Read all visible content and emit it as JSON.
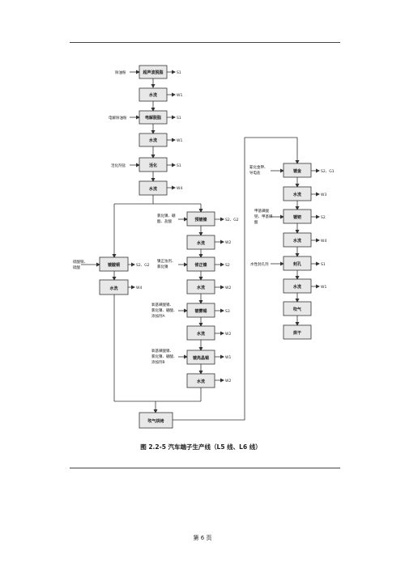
{
  "diagram": {
    "caption": "图 2.2-5  汽车端子生产线（L5 线、L6 线）",
    "page_number": "第 6 页",
    "nodes": {
      "ultrasonic_degrease": "超声波脱脂",
      "wash1": "水洗",
      "electro_degrease": "电解脱脂",
      "wash2": "水洗",
      "activate": "活化",
      "wash3": "水洗",
      "pre_plate": "预镀镍",
      "wash_pre": "水洗",
      "repair_plate": "修正镍",
      "wash_repair": "水洗",
      "tin_plate": "镀雾锡",
      "wash_tin": "水洗",
      "bright_tin": "镀亮晶锡",
      "wash_bright": "水洗",
      "acid_copper": "镀酸铜",
      "wash_copper": "水洗",
      "blow_dry1": "吹气烘烤",
      "gold_plate": "镀金",
      "wash_gold": "水洗",
      "palladium": "镀钯",
      "wash_pd": "水洗",
      "seal": "封孔",
      "wash_seal": "水洗",
      "blow": "吹气",
      "dry": "烘干"
    },
    "inputs": {
      "degreaser": "除油粉",
      "electro_agent": "电解除油粉",
      "activator": "活化剂盐",
      "pre_plate_chem_1": "氯化镍、硼",
      "pre_plate_chem_2": "酸、盐酸",
      "repair_chem_1": "镍正浊剂、",
      "repair_chem_2": "氯化镍",
      "tin_chem_1": "氧基磺酸锡、",
      "tin_chem_2": "氯化镍、硼酸、",
      "tin_chem_3": "添加剂A",
      "bright_chem_1": "氧基磺酸锡、",
      "bright_chem_2": "氯化镍、硼酸、",
      "bright_chem_3": "添加剂B",
      "copper_chem_1": "硫酸铜、",
      "copper_chem_2": "硫酸",
      "gold_chem_1": "氰化金钾、",
      "gold_chem_2": "导电盐",
      "pd_chem_1": "甲基磺酸",
      "pd_chem_2": "钯、甲基磺",
      "pd_chem_3": "酸",
      "seal_chem": "水性封孔剂"
    },
    "outputs": {
      "s1": "S1",
      "w1": "W1",
      "w4": "W4",
      "s2g2": "S2、G2",
      "w2": "W2",
      "s2": "S2",
      "s3": "S3",
      "w_bright": "W1",
      "s2g1": "S2、G1",
      "w3": "W3"
    }
  }
}
